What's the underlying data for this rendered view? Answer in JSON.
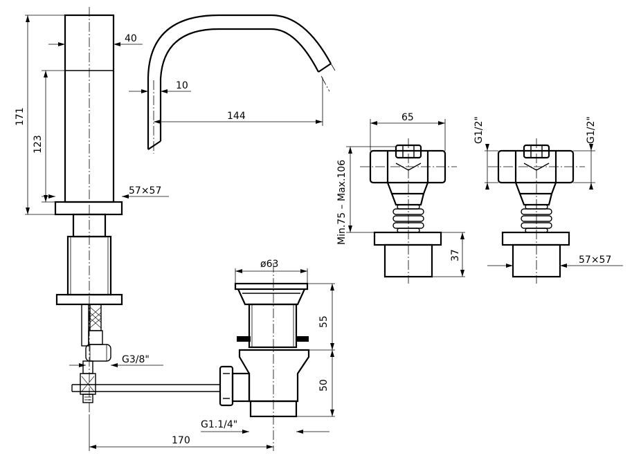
{
  "dimensions": {
    "spout_diameter": "40",
    "total_height": "171",
    "body_height": "123",
    "base_size": "57×57",
    "spout_tip": "10",
    "spout_reach": "144",
    "valve_width": "65",
    "valve_range": "Min.75  –  Max.106",
    "connection_left": "G1/2\"",
    "connection_right": "G1/2\"",
    "flange_height": "37",
    "flange_size": "57×57",
    "waste_diameter": "ø63",
    "waste_upper": "55",
    "waste_lower": "50",
    "supply_thread": "G3/8\"",
    "waste_thread": "G1.1/4\"",
    "rod_length": "170"
  }
}
